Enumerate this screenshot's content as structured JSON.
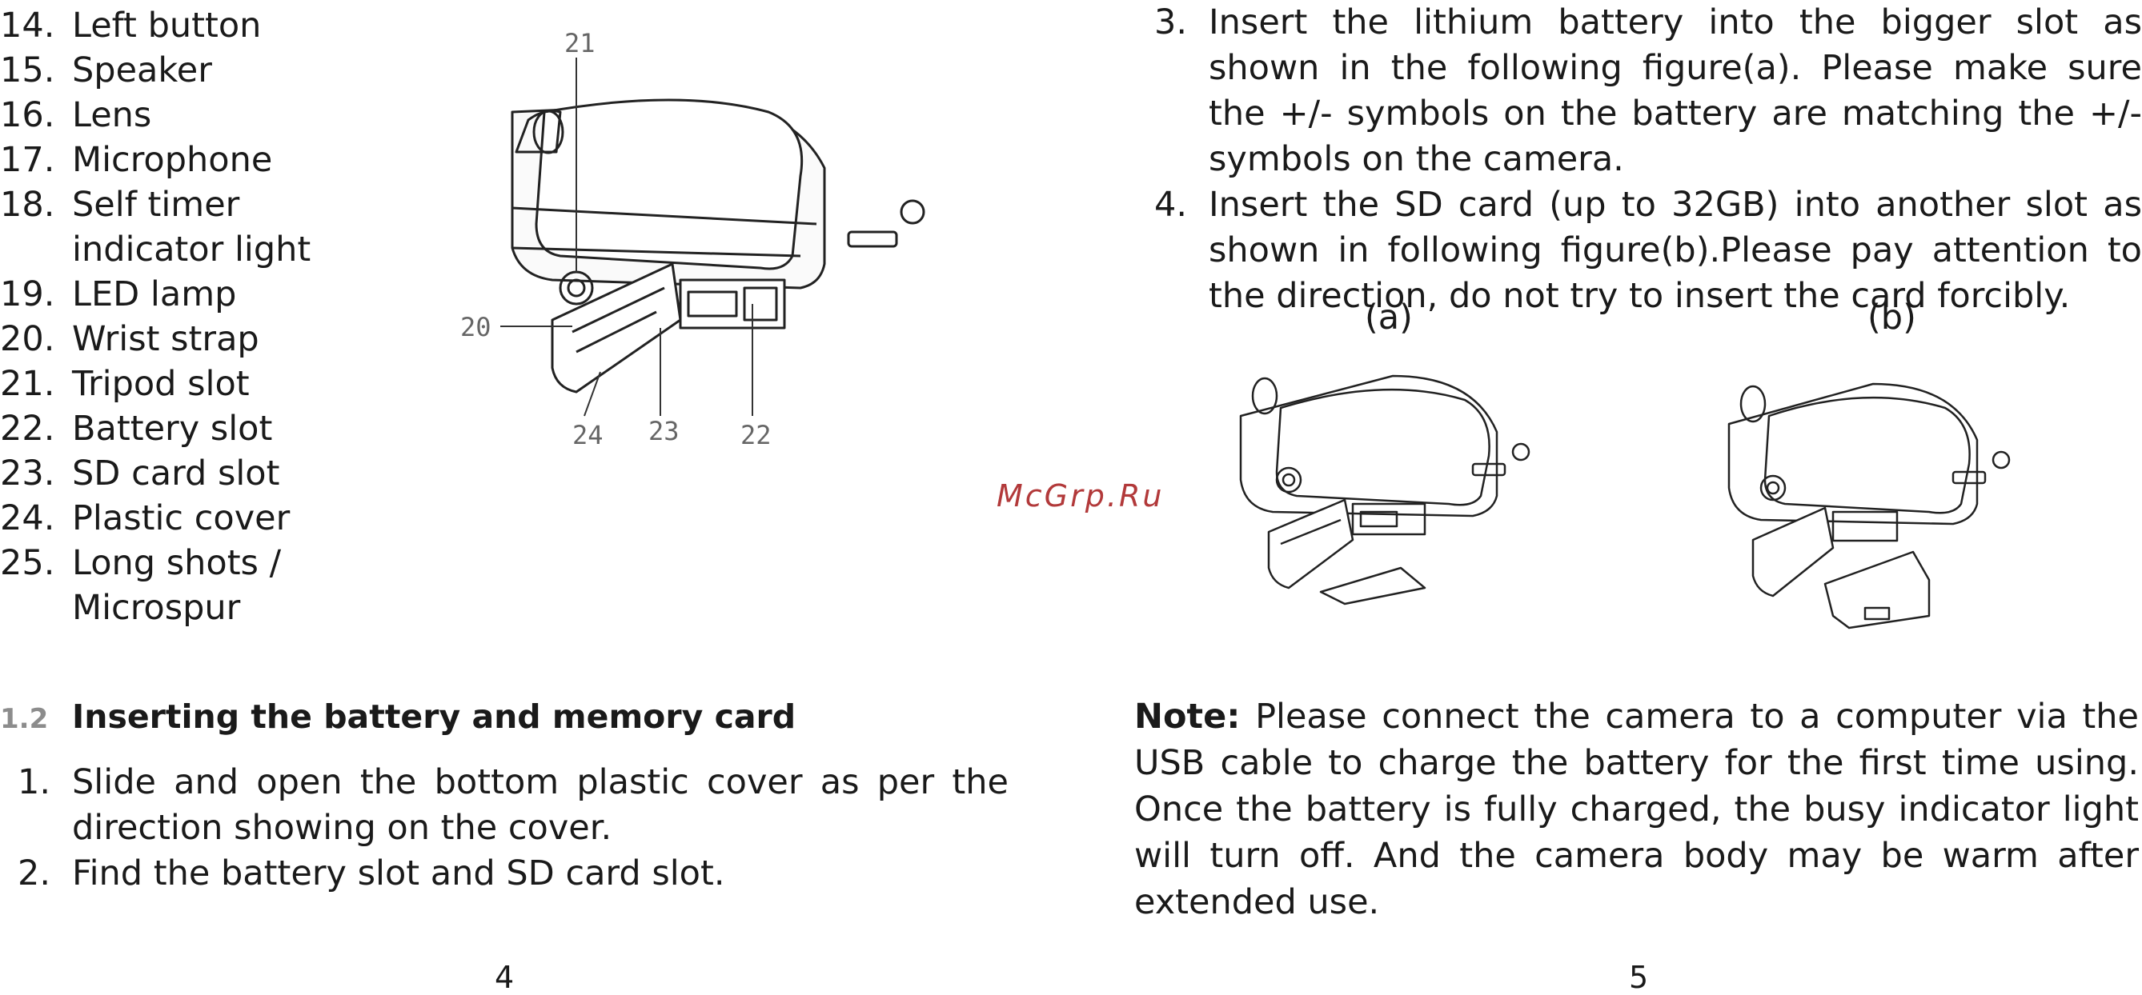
{
  "parts_list": [
    {
      "num": "14.",
      "label": "Left button"
    },
    {
      "num": "15.",
      "label": "Speaker"
    },
    {
      "num": "16.",
      "label": "Lens"
    },
    {
      "num": "17.",
      "label": "Microphone"
    },
    {
      "num": "18.",
      "label": "Self timer indicator light"
    },
    {
      "num": "19.",
      "label": "LED lamp"
    },
    {
      "num": "20.",
      "label": "Wrist strap"
    },
    {
      "num": "21.",
      "label": "Tripod slot"
    },
    {
      "num": "22.",
      "label": "Battery slot"
    },
    {
      "num": "23.",
      "label": "SD card slot"
    },
    {
      "num": "24.",
      "label": "Plastic cover"
    },
    {
      "num": "25.",
      "label": "Long shots / Microspur"
    }
  ],
  "figure_callouts": {
    "c21": "21",
    "c20": "20",
    "c24": "24",
    "c23": "23",
    "c22": "22"
  },
  "section": {
    "number": "1.2",
    "title": "Inserting the battery and memory card"
  },
  "steps": [
    {
      "num": "1.",
      "text": "Slide and open the bottom plastic cover as per the direction showing on the cover."
    },
    {
      "num": "2.",
      "text": "Find the battery slot and SD card slot."
    },
    {
      "num": "3.",
      "text": "Insert the lithium battery into the bigger slot as shown in the following figure(a). Please make sure the +/- symbols on the battery are matching the +/- symbols on the camera."
    },
    {
      "num": "4.",
      "text": "Insert the SD card (up to 32GB) into another slot as shown in following figure(b).Please pay attention to the direction, do not try to insert the card forcibly."
    }
  ],
  "figure_captions": {
    "a": "(a)",
    "b": "(b)"
  },
  "watermark": "McGrp.Ru",
  "note": {
    "label": "Note:",
    "text": "Please connect the camera to a computer via the USB cable to charge the battery for the first time using. Once the battery is fully charged, the busy indicator light will turn off. And the camera body may be warm after extended use."
  },
  "page_numbers": {
    "left": "4",
    "right": "5"
  }
}
